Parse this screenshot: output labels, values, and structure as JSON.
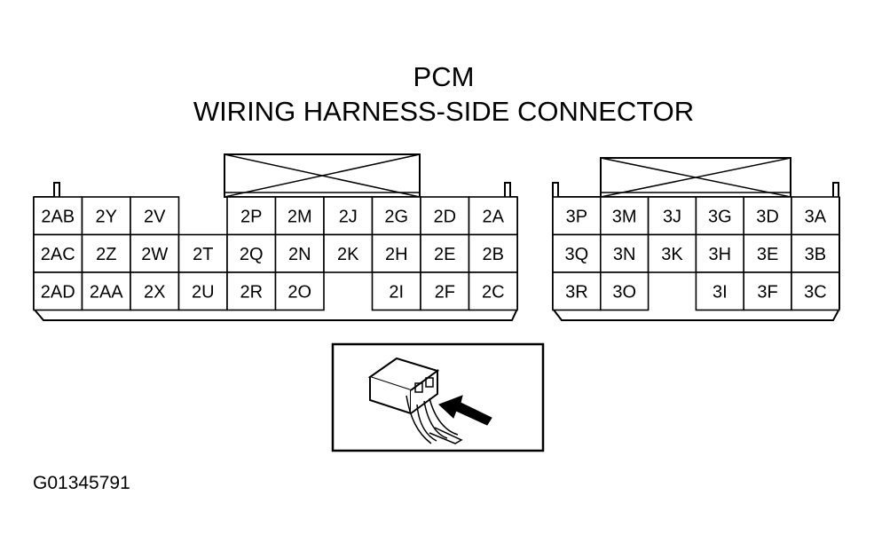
{
  "title": "PCM",
  "subtitle": "WIRING HARNESS-SIDE CONNECTOR",
  "figure_id": "G01345791",
  "connector2": {
    "rows": [
      [
        "2AB",
        "2Y",
        "2V",
        "",
        "2P",
        "2M",
        "2J",
        "2G",
        "2D",
        "2A"
      ],
      [
        "2AC",
        "2Z",
        "2W",
        "2T",
        "2Q",
        "2N",
        "2K",
        "2H",
        "2E",
        "2B"
      ],
      [
        "2AD",
        "2AA",
        "2X",
        "2U",
        "2R",
        "2O",
        "",
        "2I",
        "2F",
        "2C"
      ]
    ]
  },
  "connector3": {
    "rows": [
      [
        "3P",
        "3M",
        "3J",
        "3G",
        "3D",
        "3A"
      ],
      [
        "3Q",
        "3N",
        "3K",
        "3H",
        "3E",
        "3B"
      ],
      [
        "3R",
        "3O",
        "",
        "3I",
        "3F",
        "3C"
      ]
    ]
  },
  "inset": {
    "icon": "connector-probe-icon"
  },
  "colors": {
    "line": "#000000",
    "background": "#ffffff"
  }
}
